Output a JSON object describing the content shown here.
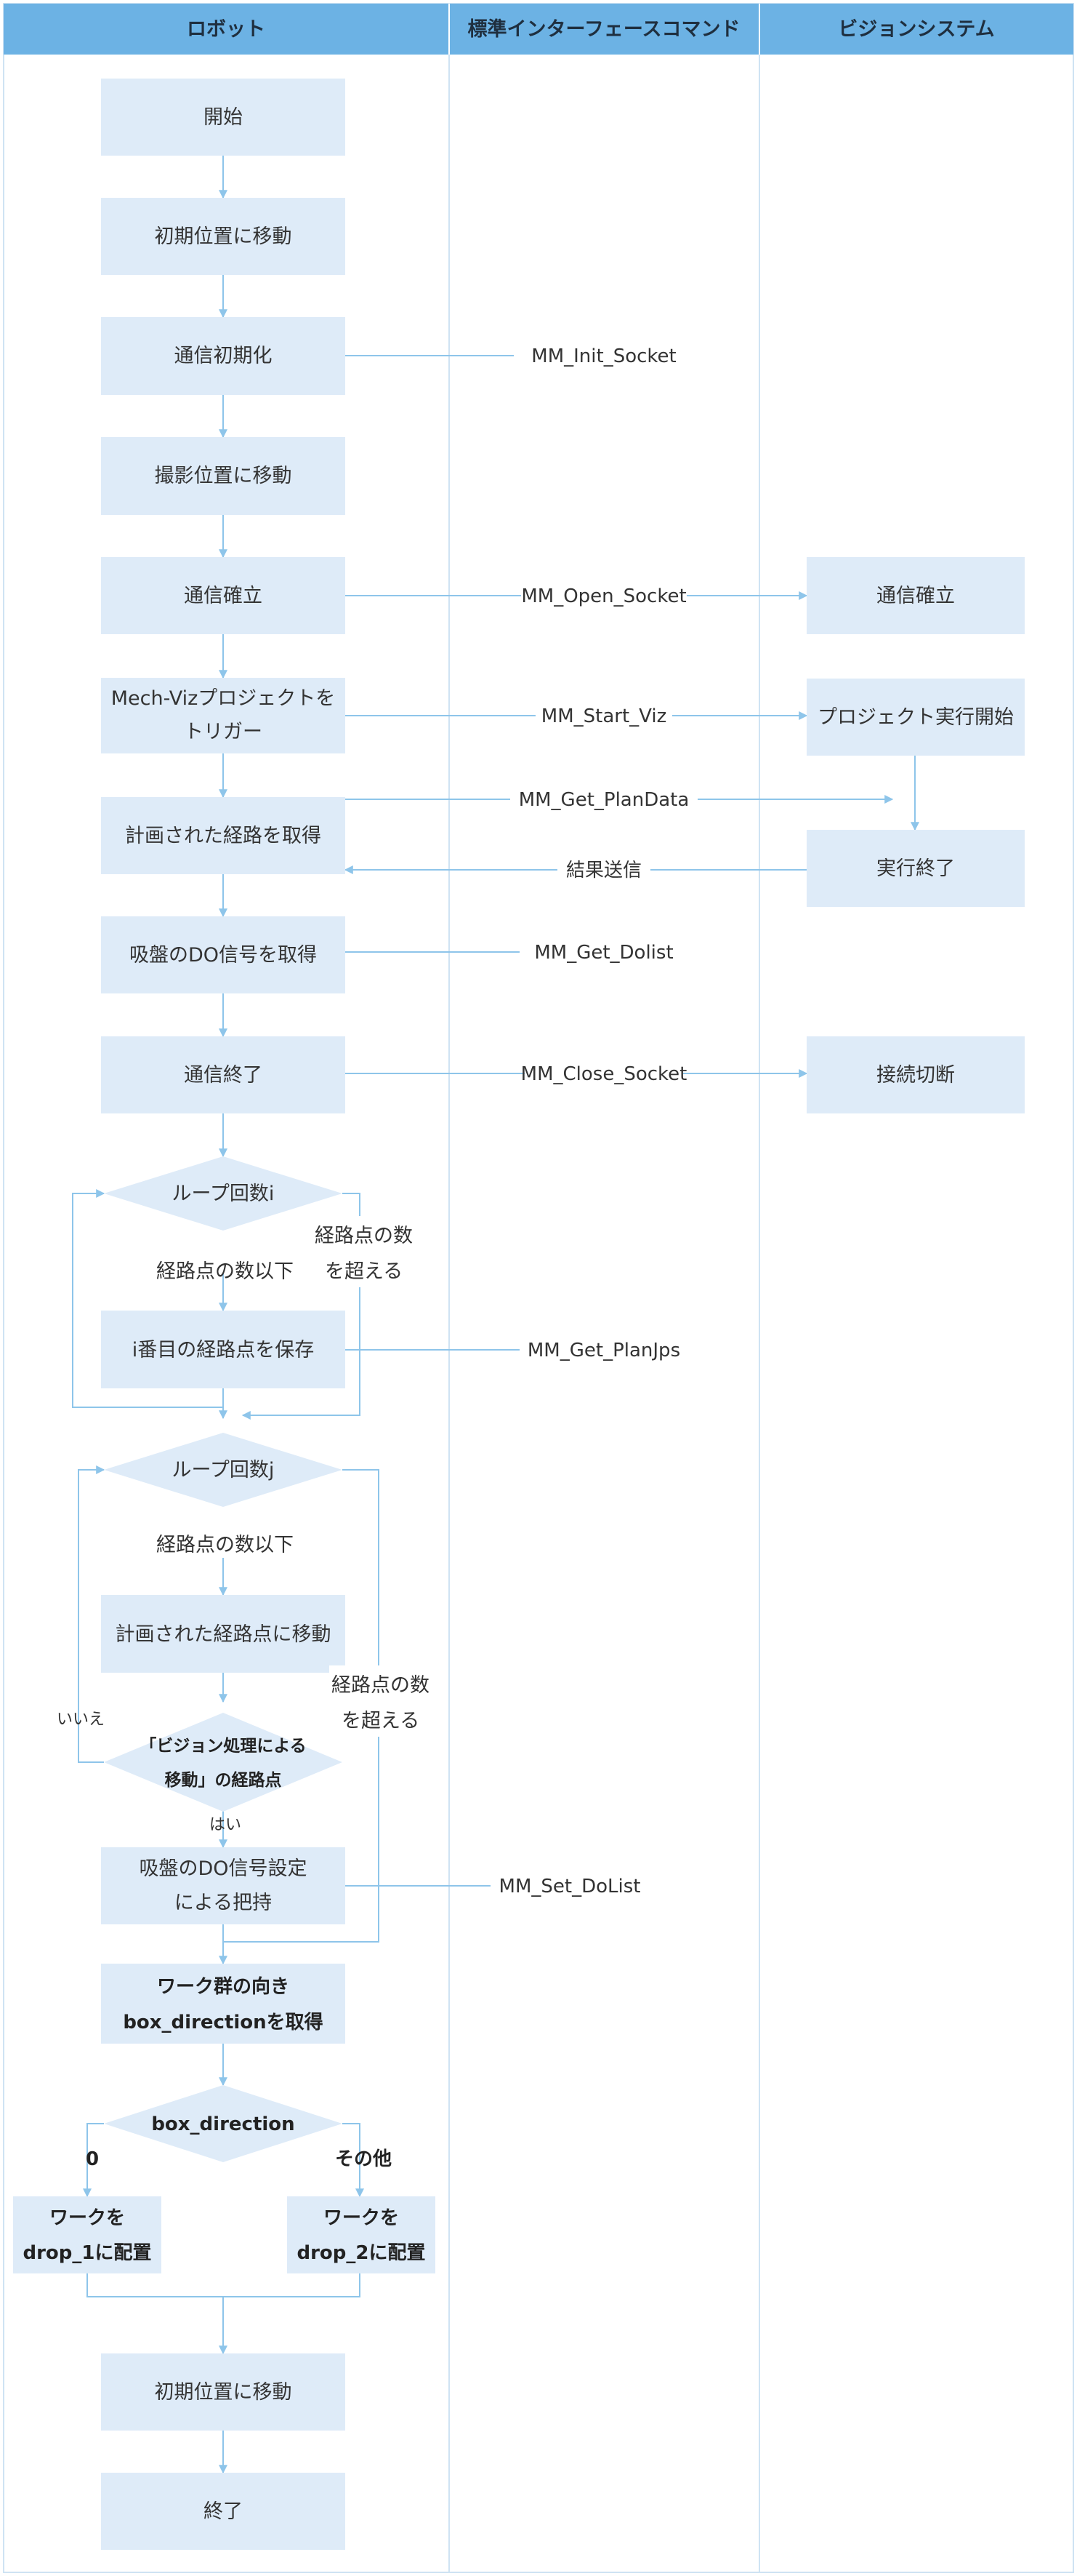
{
  "lanes": {
    "robot": "ロボット",
    "interface": "標準インターフェースコマンド",
    "vision": "ビジョンシステム"
  },
  "nodes": {
    "start": "開始",
    "move_initial": "初期位置に移動",
    "init_comm": "通信初期化",
    "move_capture": "撮影位置に移動",
    "establish_comm": "通信確立",
    "trigger_viz_l1": "Mech-Vizプロジェクトを",
    "trigger_viz_l2": "トリガー",
    "get_path": "計画された経路を取得",
    "get_do": "吸盤のDO信号を取得",
    "end_comm": "通信終了",
    "loop_i": "ループ回数i",
    "save_point": "i番目の経路点を保存",
    "loop_j": "ループ回数j",
    "move_point": "計画された経路点に移動",
    "vision_move_l1": "「ビジョン処理による",
    "vision_move_l2": "移動」の経路点",
    "grip_l1": "吸盤のDO信号設定",
    "grip_l2": "による把持",
    "get_dir_l1": "ワーク群の向き",
    "get_dir_l2": "box_directionを取得",
    "box_direction": "box_direction",
    "drop1_l1": "ワークを",
    "drop1_l2": "drop_1に配置",
    "drop2_l1": "ワークを",
    "drop2_l2": "drop_2に配置",
    "move_initial_2": "初期位置に移動",
    "end": "終了",
    "vision_establish": "通信確立",
    "vision_start": "プロジェクト実行開始",
    "vision_done": "実行終了",
    "vision_disconnect": "接続切断"
  },
  "commands": {
    "init_socket": "MM_Init_Socket",
    "open_socket": "MM_Open_Socket",
    "start_viz": "MM_Start_Viz",
    "get_plandata": "MM_Get_PlanData",
    "result_send": "結果送信",
    "get_dolist": "MM_Get_Dolist",
    "close_socket": "MM_Close_Socket",
    "get_planjps": "MM_Get_PlanJps",
    "set_dolist": "MM_Set_DoList"
  },
  "labels": {
    "loop_i_le": "経路点の数以下",
    "loop_i_gt_l1": "経路点の数",
    "loop_i_gt_l2": "を超える",
    "loop_j_le": "経路点の数以下",
    "loop_j_gt_l1": "経路点の数",
    "loop_j_gt_l2": "を超える",
    "no": "いいえ",
    "yes": "はい",
    "zero": "0",
    "other": "その他"
  },
  "colors": {
    "header_bg": "#6cb2e4",
    "box_fill": "#deebf8",
    "arrow": "#8ec5ea",
    "lane_border": "#cfe3f3"
  }
}
